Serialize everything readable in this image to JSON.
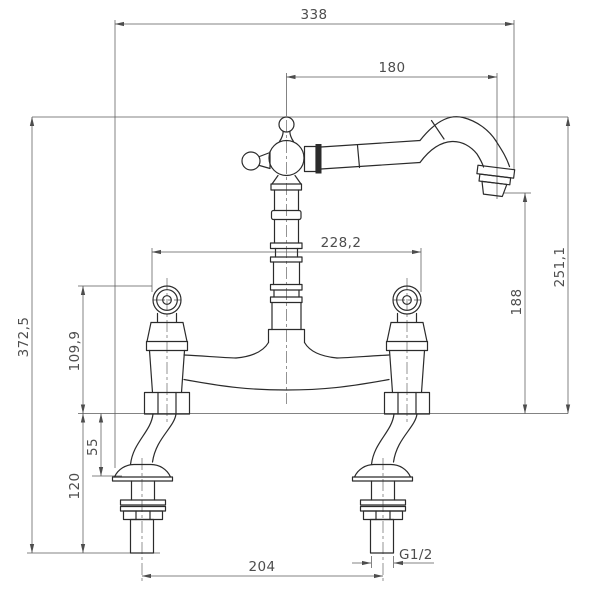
{
  "drawing": {
    "kind": "technical-dimension-drawing",
    "subject": "bridge mixer tap - front elevation",
    "units": "mm",
    "background": "#ffffff",
    "line_color": "#2b2b2b",
    "dimension_color": "#4d4d4d"
  },
  "dims": {
    "overall_width": "338",
    "spout_reach": "180",
    "overall_height": "372,5",
    "handle_span": "228,2",
    "spout_top_height": "251,1",
    "outlet_height": "188",
    "handle_top_height": "109,9",
    "deck_to_flange": "55",
    "tail_length": "120",
    "inlet_centres": "204",
    "thread_size": "G1/2"
  }
}
